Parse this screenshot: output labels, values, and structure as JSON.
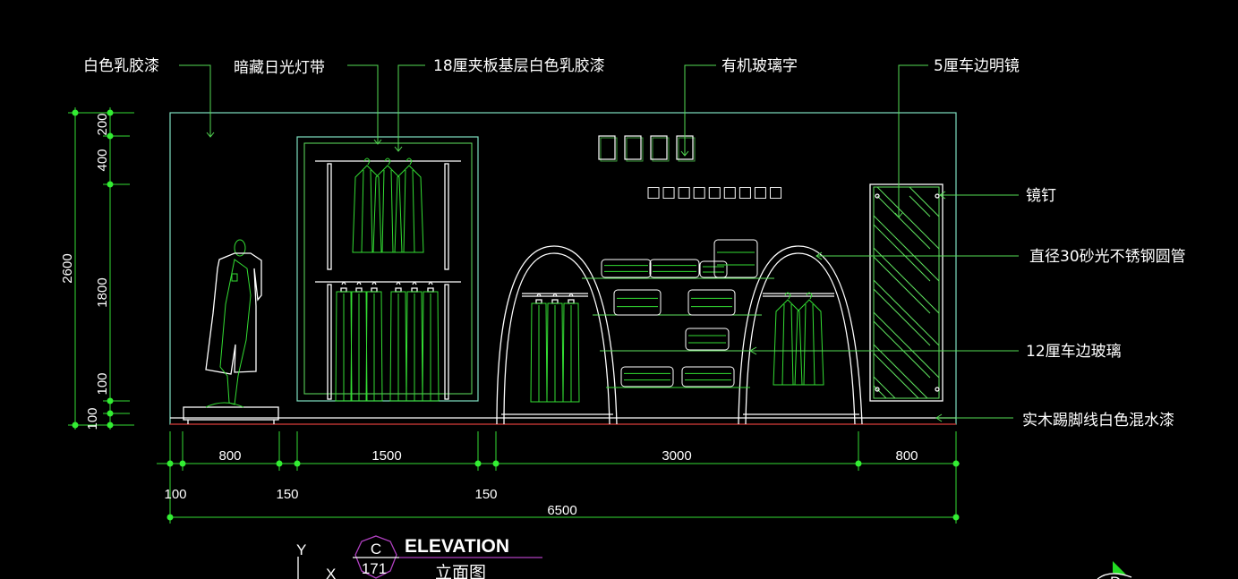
{
  "drawing": {
    "title": "ELEVATION",
    "subtitle": "立面图",
    "section_marker": {
      "letter": "C",
      "number": "171"
    },
    "axis_indicator": {
      "y": "Y",
      "x": "X"
    },
    "north_marker_letter": "D"
  },
  "callouts": {
    "top": [
      {
        "id": "white-latex",
        "text": "白色乳胶漆"
      },
      {
        "id": "hidden-lightstrip",
        "text": "暗藏日光灯带"
      },
      {
        "id": "plywood-latex",
        "text": "18厘夹板基层白色乳胶漆"
      },
      {
        "id": "acrylic-letters",
        "text": "有机玻璃字"
      },
      {
        "id": "mirror",
        "text": "5厘车边明镜"
      }
    ],
    "right": [
      {
        "id": "mirror-nail",
        "text": "镜钉"
      },
      {
        "id": "steel-tube",
        "text": "直径30砂光不锈钢圆管"
      },
      {
        "id": "glass-shelf",
        "text": "12厘车边玻璃"
      },
      {
        "id": "skirting",
        "text": "实木踢脚线白色混水漆"
      }
    ]
  },
  "sign": {
    "large_glyphs": [
      "□",
      "□",
      "□",
      "□"
    ],
    "small_glyphs": "□□□□□□□□□"
  },
  "dimensions": {
    "vertical_total": "2600",
    "vertical_segments": [
      "200",
      "400",
      "1800",
      "100",
      "100"
    ],
    "horizontal_segments": [
      "800",
      "1500",
      "3000",
      "800"
    ],
    "horizontal_small": [
      "100",
      "150",
      "150"
    ],
    "horizontal_total": "6500"
  },
  "colors": {
    "background": "#000000",
    "outline": "#7fe0c0",
    "furniture": "#33dd33",
    "fixtures": "#ffffff",
    "floor": "#cc2222",
    "title_marker": "#b040c0"
  }
}
